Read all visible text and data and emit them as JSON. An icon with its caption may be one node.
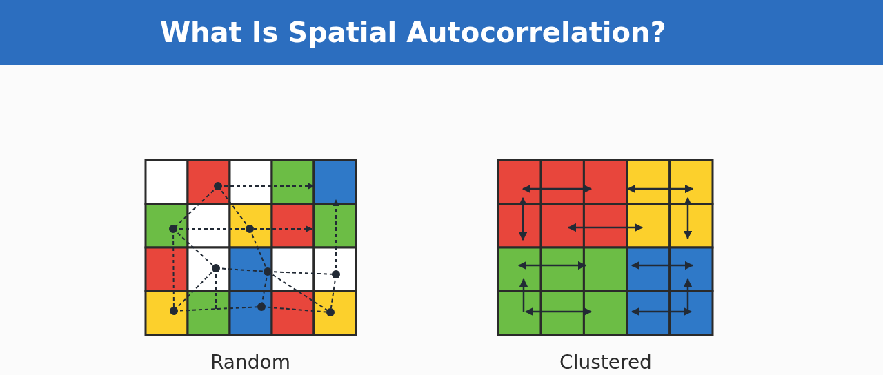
{
  "diagram": {
    "title": "What Is Spatial Autocorrelation?",
    "labels": [
      "Random",
      "Clustered"
    ]
  }
}
